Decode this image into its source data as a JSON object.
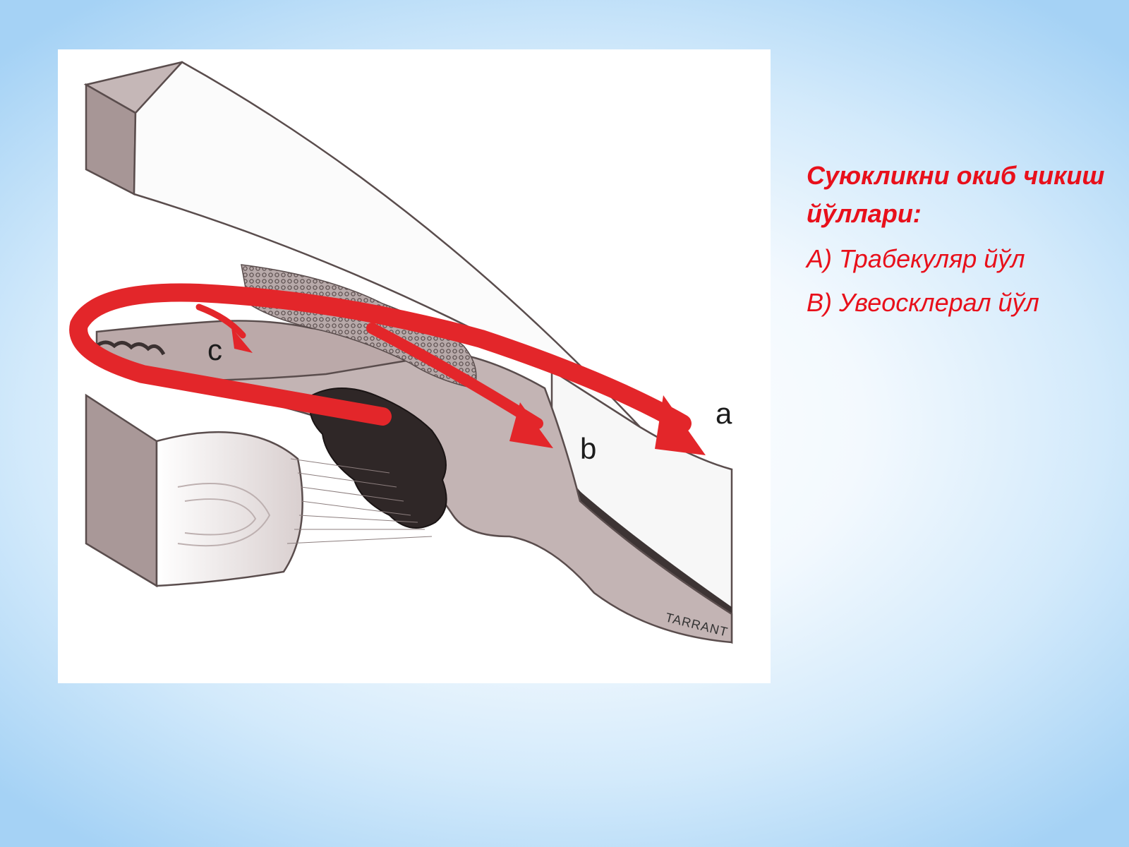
{
  "figure": {
    "labels": {
      "a": "a",
      "b": "b",
      "c": "c"
    },
    "signature": "TARRANT"
  },
  "caption": {
    "title": "Суюкликни окиб чикиш йўллари:",
    "item_a": "A) Трабекуляр йўл",
    "item_b": "B) Увеосклерал йўл"
  },
  "colors": {
    "arrow": "#e3262a",
    "caption_text": "#e8101b",
    "tissue": "#c3b4b4",
    "tissue_dark": "#9d8c8c"
  }
}
